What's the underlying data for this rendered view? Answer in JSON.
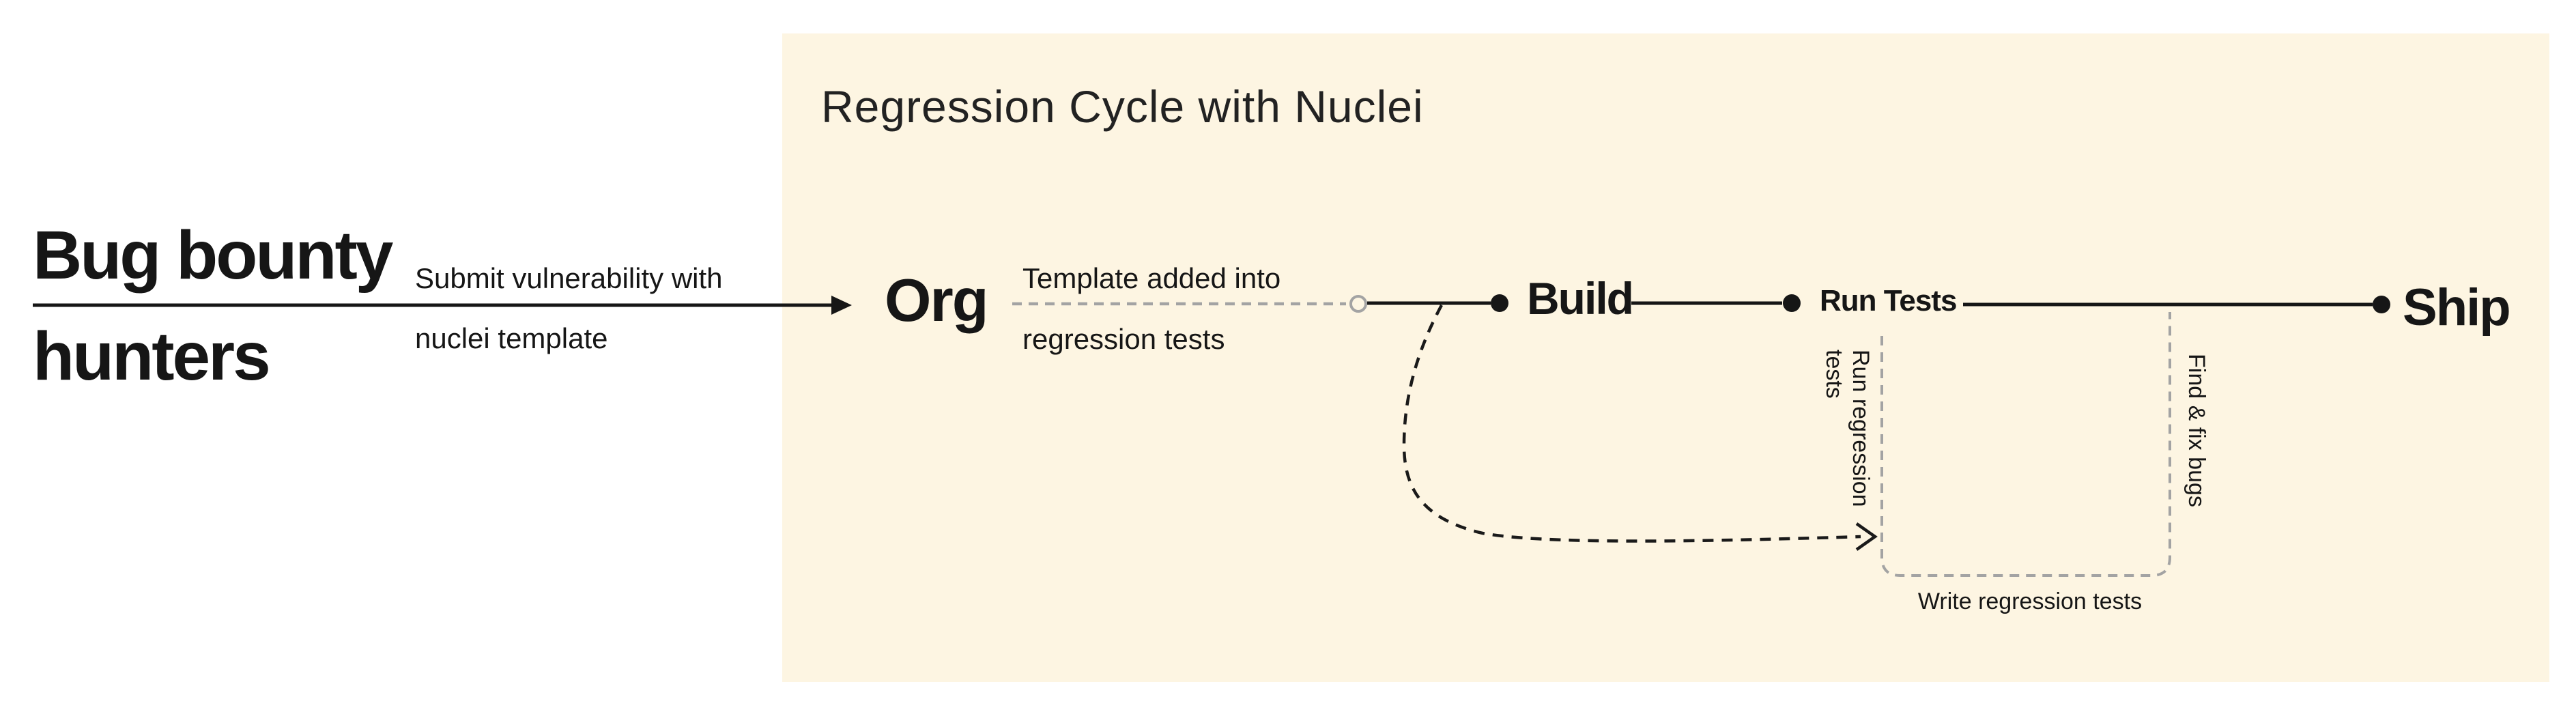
{
  "panel": {
    "title": "Regression Cycle with Nuclei",
    "bg_color": "#FDF5E2"
  },
  "actor": {
    "line1": "Bug bounty",
    "line2": "hunters"
  },
  "submit_arrow": {
    "label_line1": "Submit vulnerability with",
    "label_line2": "nuclei template"
  },
  "timeline": {
    "org": "Org",
    "template_label_line1": "Template added into",
    "template_label_line2": "regression tests",
    "build": "Build",
    "run_tests": "Run Tests",
    "ship": "Ship"
  },
  "loop": {
    "run_regression_line1": "Run regression",
    "run_regression_line2": "tests",
    "find_fix": "Find & fix bugs",
    "write_tests": "Write regression tests"
  },
  "colors": {
    "ink": "#161616",
    "gray_dash": "#A3A3A3",
    "beige": "#FDF5E2"
  }
}
